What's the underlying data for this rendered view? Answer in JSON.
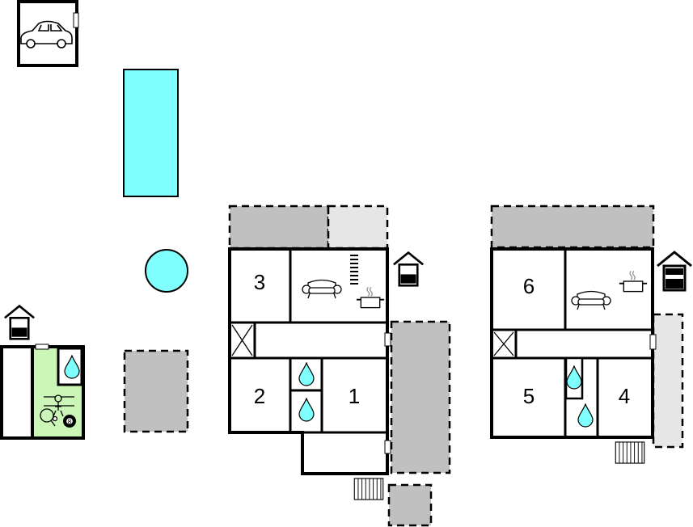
{
  "rooms": {
    "bedroom_1": "1",
    "bedroom_2": "2",
    "bedroom_3": "3",
    "bedroom_4": "4",
    "bedroom_5": "5",
    "bedroom_6": "6"
  },
  "icons": {
    "car": "car-icon",
    "sofa": "sofa-icon",
    "cooking_pot": "cooking-pot-icon",
    "water_drop": "water-drop-icon",
    "house": "house-icon",
    "table_football": "table-football-icon",
    "table_tennis": "table-tennis-icon",
    "billiard_ball": "billiard-ball-icon",
    "stairs": "stairs-icon",
    "radiator": "radiator-icon",
    "closet": "closet-icon"
  },
  "badges": {
    "billiard_ball_number": "8"
  },
  "colors": {
    "pool": "#80ffff",
    "terrace": "#c0c0c0",
    "terrace_light": "#e6e6e6",
    "game_room": "#ccf5b8",
    "wall": "#000000"
  }
}
